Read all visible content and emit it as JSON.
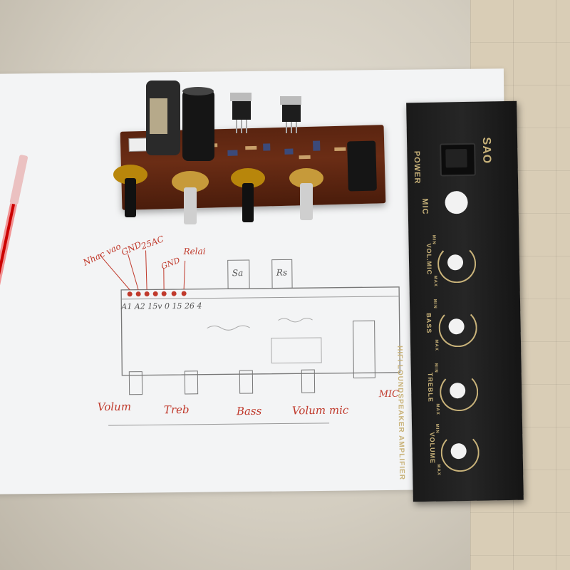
{
  "photo": {
    "description_tags": [
      "pcb-board",
      "front-panel",
      "hand-drawn-sketch",
      "red-pen"
    ]
  },
  "panel": {
    "brand": "SAO",
    "title": "HIFI LOUNDSPEAKER AMPLIFIER",
    "power_label": "POWER",
    "mic_label": "MIC",
    "controls": [
      {
        "label": "VOL.MIC",
        "min": "MIN",
        "max": "MAX"
      },
      {
        "label": "BASS",
        "min": "MIN",
        "max": "MAX"
      },
      {
        "label": "TREBLE",
        "min": "MIN",
        "max": "MAX"
      },
      {
        "label": "VOLUME",
        "min": "MIN",
        "max": "MAX"
      }
    ]
  },
  "sketch": {
    "top_labels": [
      "Nhac vao",
      "GND",
      "25AC",
      "GND",
      "Relai"
    ],
    "pin_labels": "A1 A2 15v 0 15 26 4",
    "box_labels": [
      "Sa",
      "Rs"
    ],
    "bottom_labels": [
      "Volum",
      "Treb",
      "Bass",
      "Volum mic",
      "MIC"
    ]
  },
  "colors": {
    "pcb": "#5a2410",
    "panel": "#1a1a1a",
    "panel_print": "#c9b37a",
    "sketch_ink": "#c0392b"
  }
}
